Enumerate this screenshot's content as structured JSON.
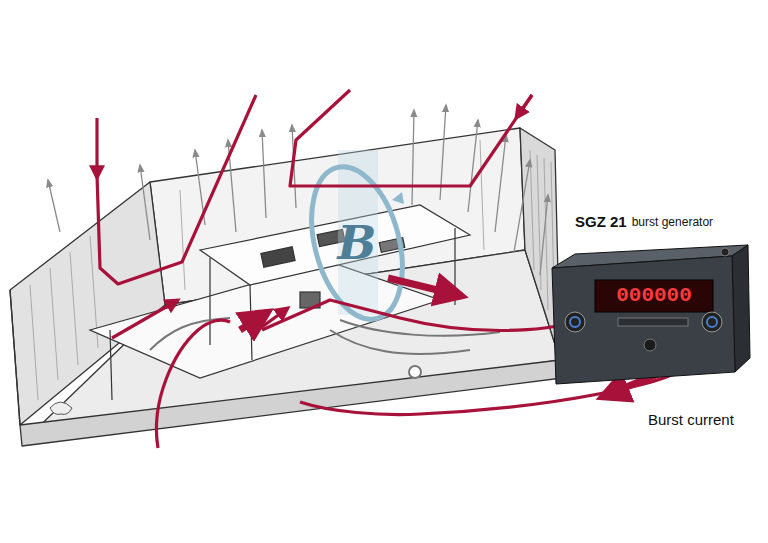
{
  "diagram": {
    "labels": [
      "B",
      "SGZ 21",
      "burst generator",
      "000000",
      "Burst current"
    ]
  }
}
